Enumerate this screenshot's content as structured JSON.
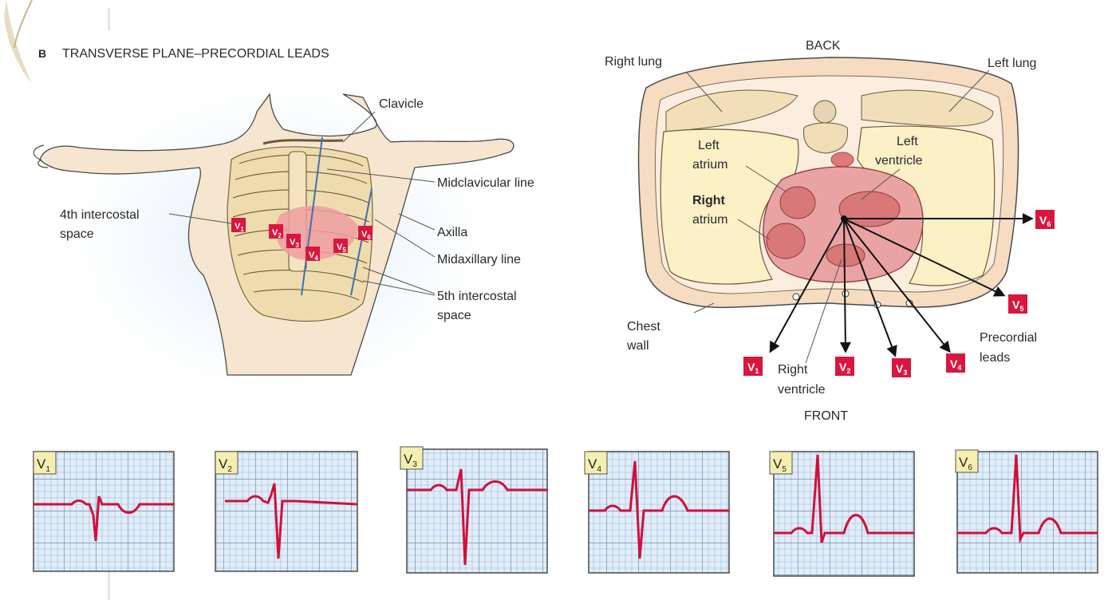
{
  "panel": {
    "letter": "B",
    "title": "TRANSVERSE PLANE–PRECORDIAL LEADS"
  },
  "torso": {
    "labels": {
      "clavicle": "Clavicle",
      "midclavicular": "Midclavicular line",
      "axilla": "Axilla",
      "midaxillary": "Midaxillary line",
      "intercostal4_l1": "4th intercostal",
      "intercostal4_l2": "space",
      "intercostal5_l1": "5th intercostal",
      "intercostal5_l2": "space"
    }
  },
  "cross_section": {
    "labels": {
      "back": "BACK",
      "front": "FRONT",
      "right_lung": "Right lung",
      "left_lung": "Left lung",
      "left_atrium_l1": "Left",
      "left_atrium_l2": "atrium",
      "left_ventricle_l1": "Left",
      "left_ventricle_l2": "ventricle",
      "right_atrium_l1": "Right",
      "right_atrium_l2": "atrium",
      "right_ventricle_l1": "Right",
      "right_ventricle_l2": "ventricle",
      "chest_wall_l1": "Chest",
      "chest_wall_l2": "wall",
      "precordial_l1": "Precordial",
      "precordial_l2": "leads"
    }
  },
  "leads": [
    {
      "letter": "V",
      "sub": "1"
    },
    {
      "letter": "V",
      "sub": "2"
    },
    {
      "letter": "V",
      "sub": "3"
    },
    {
      "letter": "V",
      "sub": "4"
    },
    {
      "letter": "V",
      "sub": "5"
    },
    {
      "letter": "V",
      "sub": "6"
    }
  ],
  "colors": {
    "lead_badge": "#d8173f",
    "trace": "#d0103a",
    "grid_minor": "#a9c9e6",
    "grid_major": "#6f8fb0",
    "tab": "#f4eeb0",
    "lung": "#fbf0c6",
    "heart": "#eaa3a3",
    "skin": "#f6e6cf"
  }
}
